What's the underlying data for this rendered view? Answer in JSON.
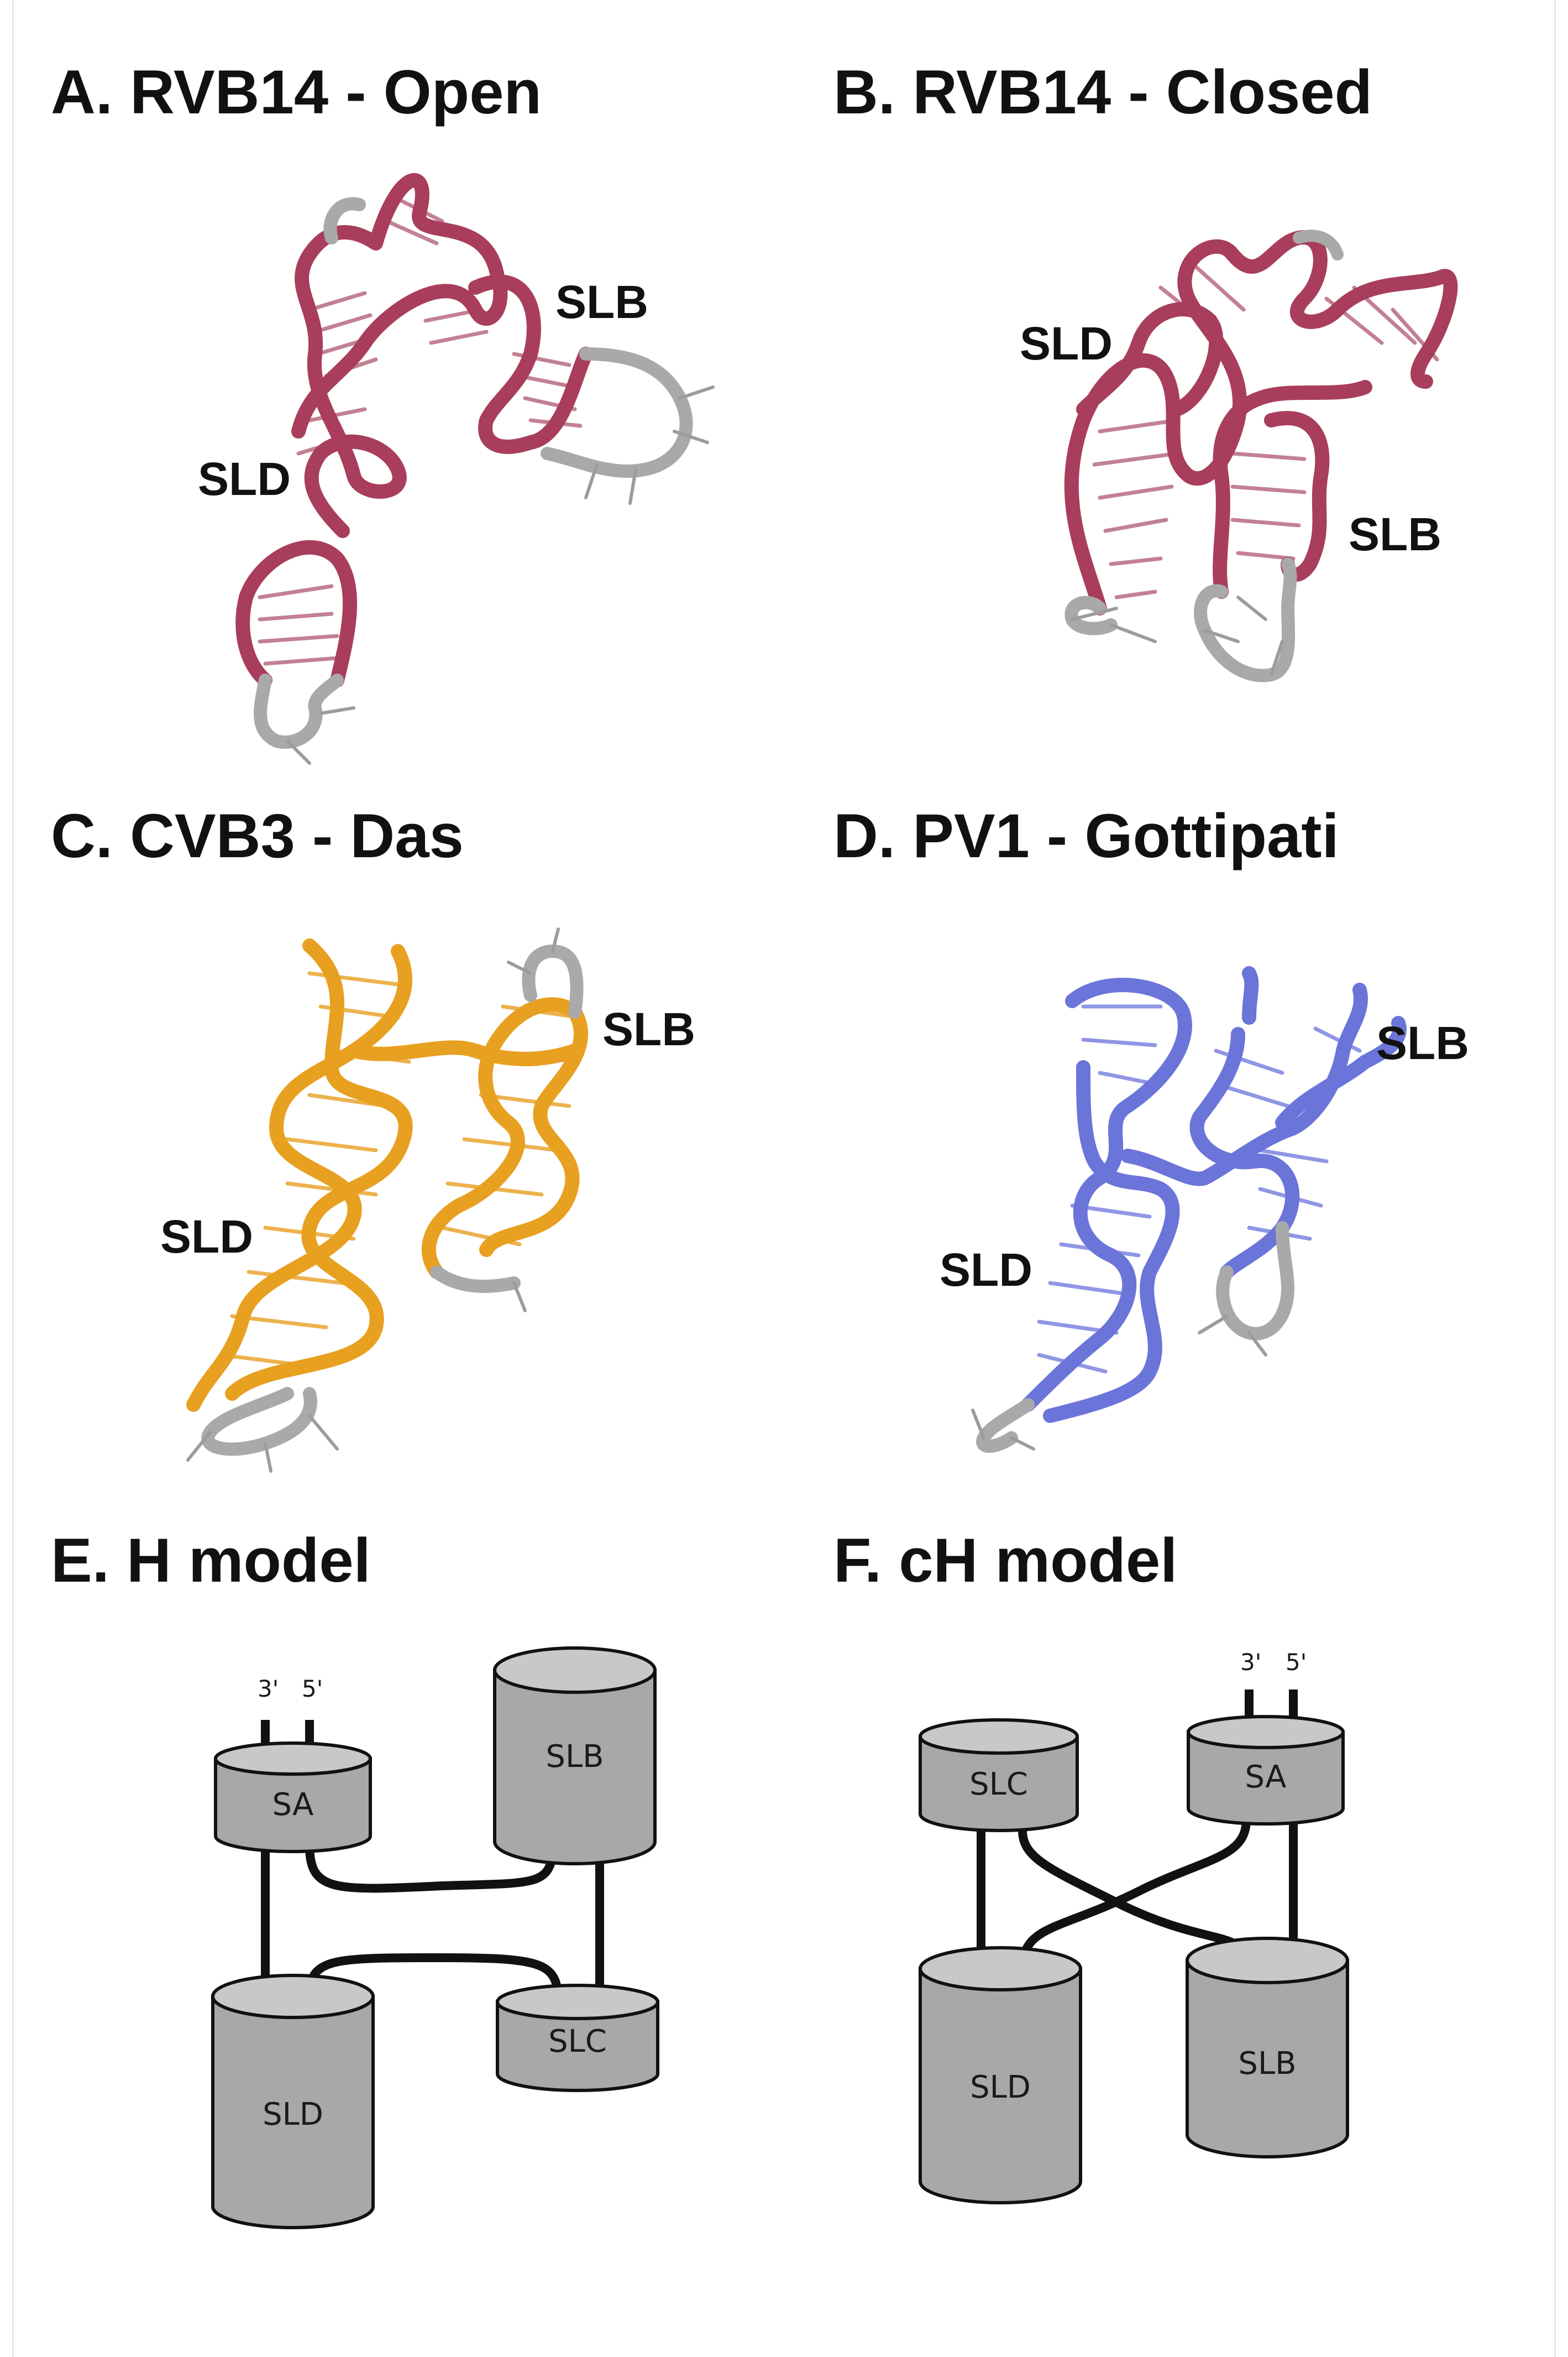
{
  "panels": {
    "A": {
      "title": "A. RVB14 - Open",
      "labels": {
        "slb": "SLB",
        "sld": "SLD"
      }
    },
    "B": {
      "title": "B. RVB14 - Closed",
      "labels": {
        "sld": "SLD",
        "slb": "SLB"
      }
    },
    "C": {
      "title": "C. CVB3 - Das",
      "labels": {
        "slb": "SLB",
        "sld": "SLD"
      }
    },
    "D": {
      "title": "D. PV1 - Gottipati",
      "labels": {
        "slb": "SLB",
        "sld": "SLD"
      }
    },
    "E": {
      "title": "E. H model",
      "labels": {
        "three_prime": "3'",
        "five_prime": "5'",
        "sa": "SA",
        "slb": "SLB",
        "slc": "SLC",
        "sld": "SLD"
      }
    },
    "F": {
      "title": "F. cH model",
      "labels": {
        "three_prime": "3'",
        "five_prime": "5'",
        "slc": "SLC",
        "sa": "SA",
        "sld": "SLD",
        "slb": "SLB"
      }
    }
  },
  "colors": {
    "rvb14": "#a83e5c",
    "cvb3": "#e8a020",
    "pv1": "#6b74d8",
    "loop": "#a9a9a9",
    "cylinder_body": "#a8a8a8",
    "cylinder_top": "#c8c8c8"
  }
}
